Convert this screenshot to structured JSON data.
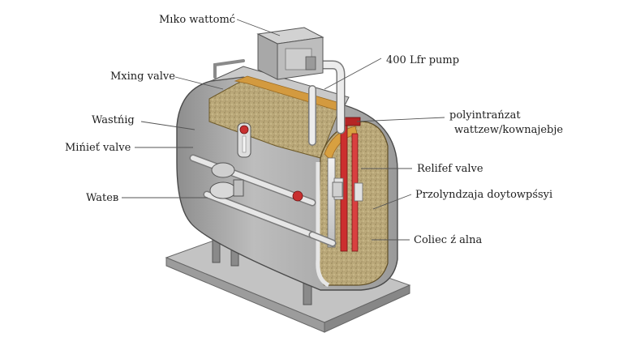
{
  "labels": {
    "top_box": "Mıko wattomć",
    "mixing_valve": "Mxing valve",
    "pump": "400 Lfr pump",
    "insulation": "polyintrańzat",
    "insulation_2": "wattzew/kownajebje",
    "wasting": "Wastńig",
    "minlet_valve": "Mińieť valve",
    "relief_valve": "Relifef valve",
    "filler": "Przolyndzaja doytowpśsyi",
    "water": "Wateв",
    "coil": "Coliec ź alna"
  },
  "colors": {
    "tank_body": "#a9a9a9",
    "tank_shadow": "#8f8f8f",
    "insulation_fill": "#b8a776",
    "insulation_edge": "#d8a040",
    "heater": "#d03030",
    "pipe": "#dcdcdc",
    "base": "#b0b0b0",
    "leader": "#555555"
  }
}
